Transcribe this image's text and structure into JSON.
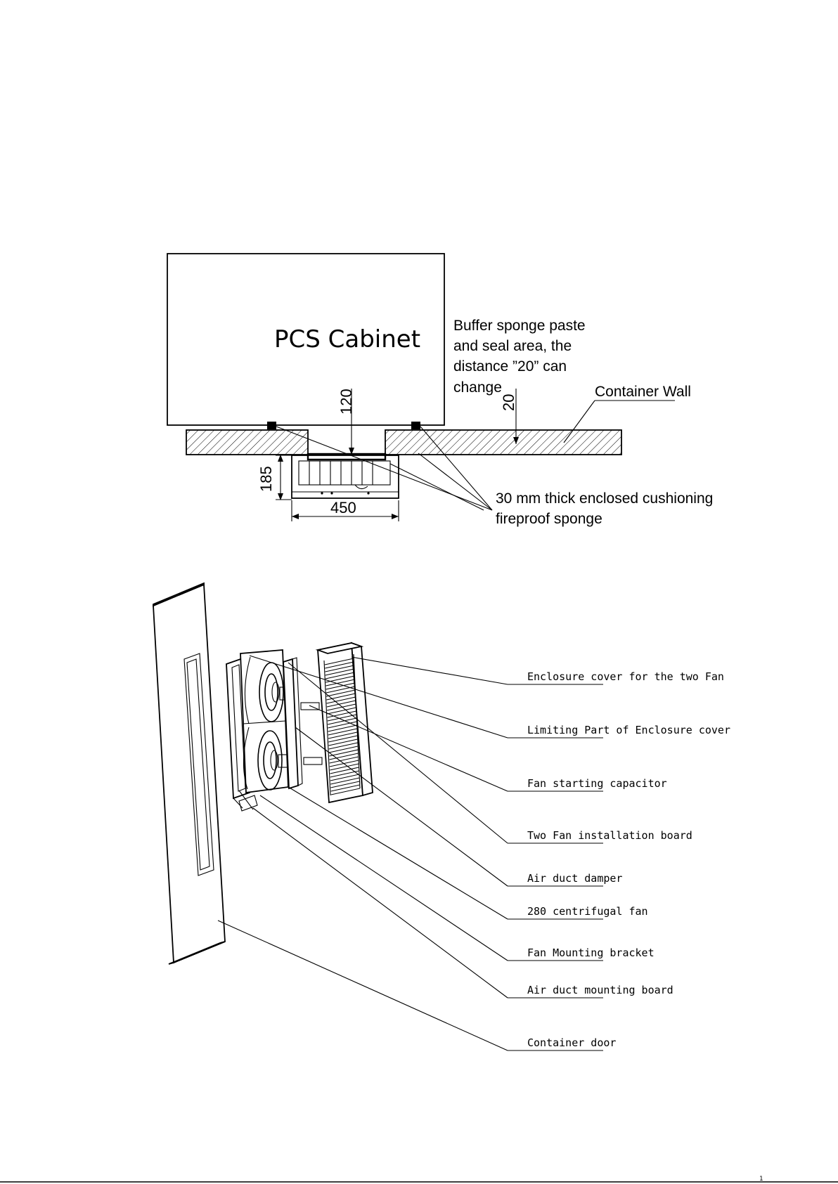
{
  "top_view": {
    "cabinet_label": "PCS Cabinet",
    "buffer_note": [
      "Buffer sponge paste",
      "and seal area, the",
      "distance ”20” can",
      "change"
    ],
    "container_wall_label": "Container Wall",
    "sponge_note": [
      "30 mm thick enclosed cushioning",
      "fireproof  sponge"
    ],
    "dim_120": "120",
    "dim_20": "20",
    "dim_185": "185",
    "dim_450": "450"
  },
  "exploded_view": {
    "labels": [
      "Enclosure cover for the two Fan",
      "Limiting Part of Enclosure cover",
      "Fan starting capacitor",
      "Two Fan installation board",
      "Air duct damper",
      "280 centrifugal fan",
      "Fan Mounting bracket",
      "Air duct mounting board",
      "Container door"
    ]
  },
  "footer": {
    "mark": "1"
  }
}
